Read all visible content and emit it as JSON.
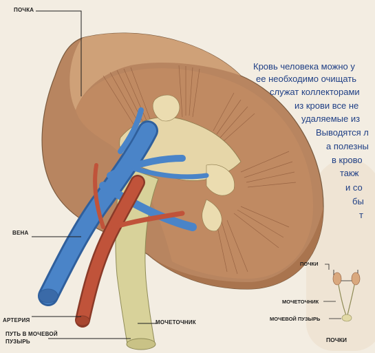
{
  "labels": {
    "kidney": "ПОЧКА",
    "vein": "ВЕНА",
    "artery": "АРТЕРИЯ",
    "bladder_path_line1": "ПУТЬ В МОЧЕВОЙ",
    "bladder_path_line2": "ПУЗЫРЬ",
    "ureter": "МОЧЕТОЧНИК"
  },
  "body_text": {
    "lines": [
      "Кровь человека можно у",
      "ее необходимо очищать",
      "служат коллекторами",
      "из крови все не",
      "удаляемые из",
      "Выводятся л",
      "а полезны",
      "в крово",
      "такж",
      "и со",
      "бы",
      "т"
    ]
  },
  "inset": {
    "kidneys_label": "ПОЧКИ",
    "ureter_label": "МОЧЕТОЧНИК",
    "bladder_label": "МОЧЕВОЙ ПУЗЫРЬ",
    "caption": "ПОЧКИ"
  },
  "colors": {
    "background": "#f3ede2",
    "cortex": "#c89a6e",
    "medulla": "#b9835a",
    "vein": "#4a84c8",
    "artery": "#c0533a",
    "ureter": "#d9d49a",
    "text_blue": "#1f3f85"
  }
}
